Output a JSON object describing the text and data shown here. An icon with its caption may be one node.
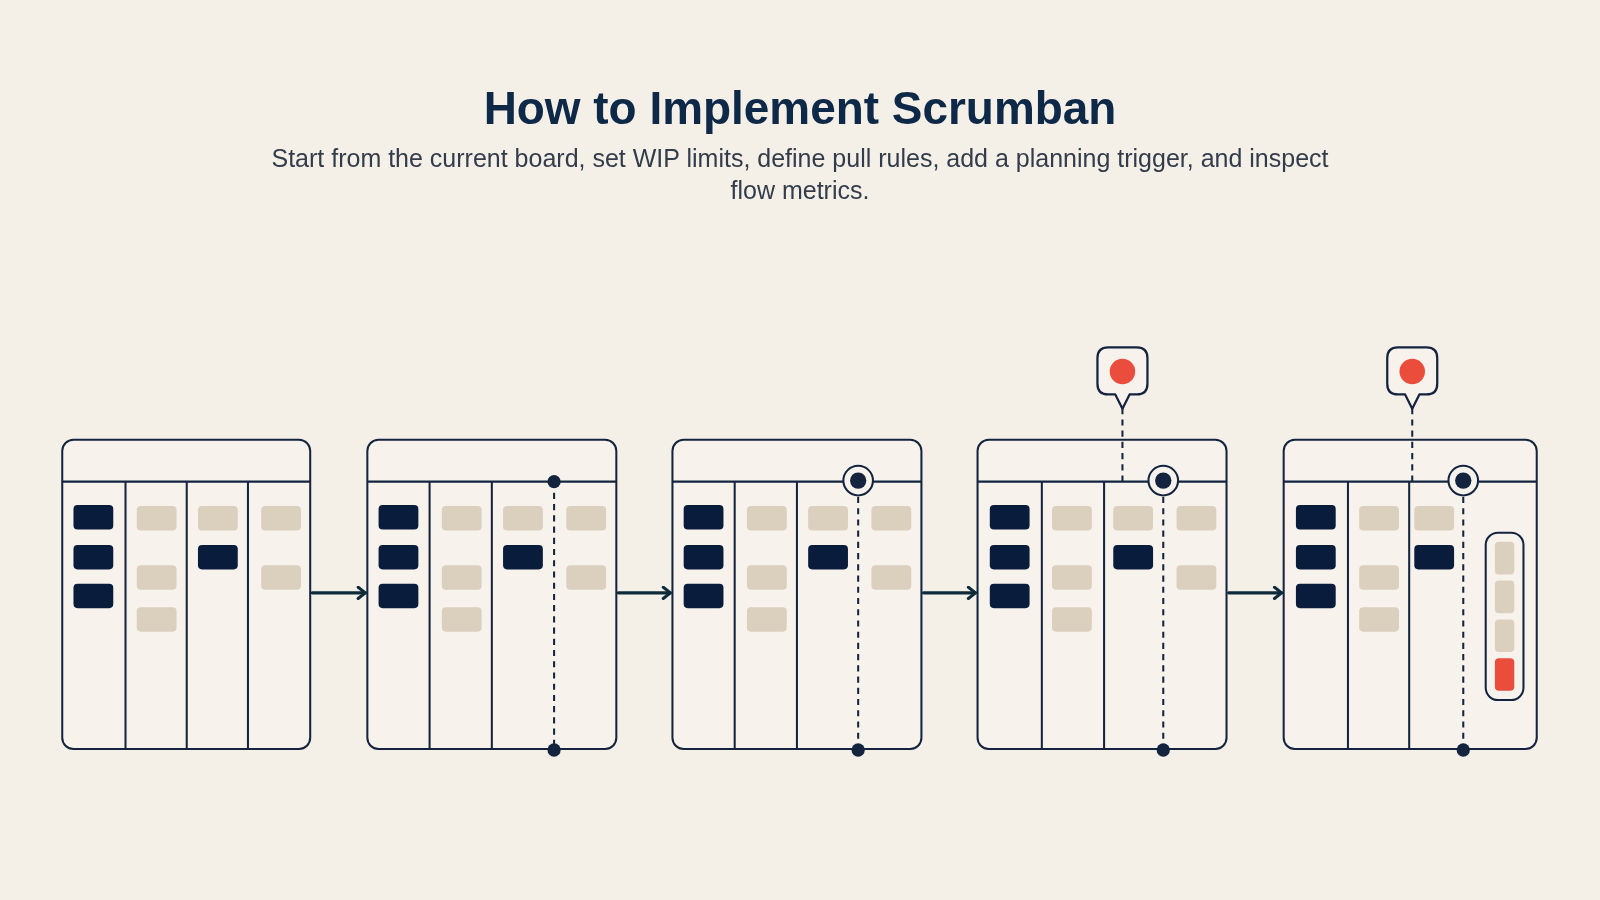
{
  "diagram": {
    "title": "How to Implement Scrumban",
    "caption": "Start from the current board, set WIP limits, define pull rules, add a planning trigger, and inspect flow metrics.",
    "nodes": [
      {
        "text": [],
        "shape": "picture"
      },
      {
        "text": [],
        "shape": "picture"
      },
      {
        "text": [],
        "shape": "picture"
      },
      {
        "text": [],
        "shape": "picture"
      },
      {
        "text": [],
        "shape": "picture"
      }
    ],
    "edges": [
      {
        "from": 0,
        "to": 1,
        "arrow": "to"
      },
      {
        "from": 1,
        "to": 2,
        "arrow": "to"
      },
      {
        "from": 2,
        "to": 3,
        "arrow": "to"
      },
      {
        "from": 3,
        "to": 4,
        "arrow": "to"
      }
    ]
  }
}
